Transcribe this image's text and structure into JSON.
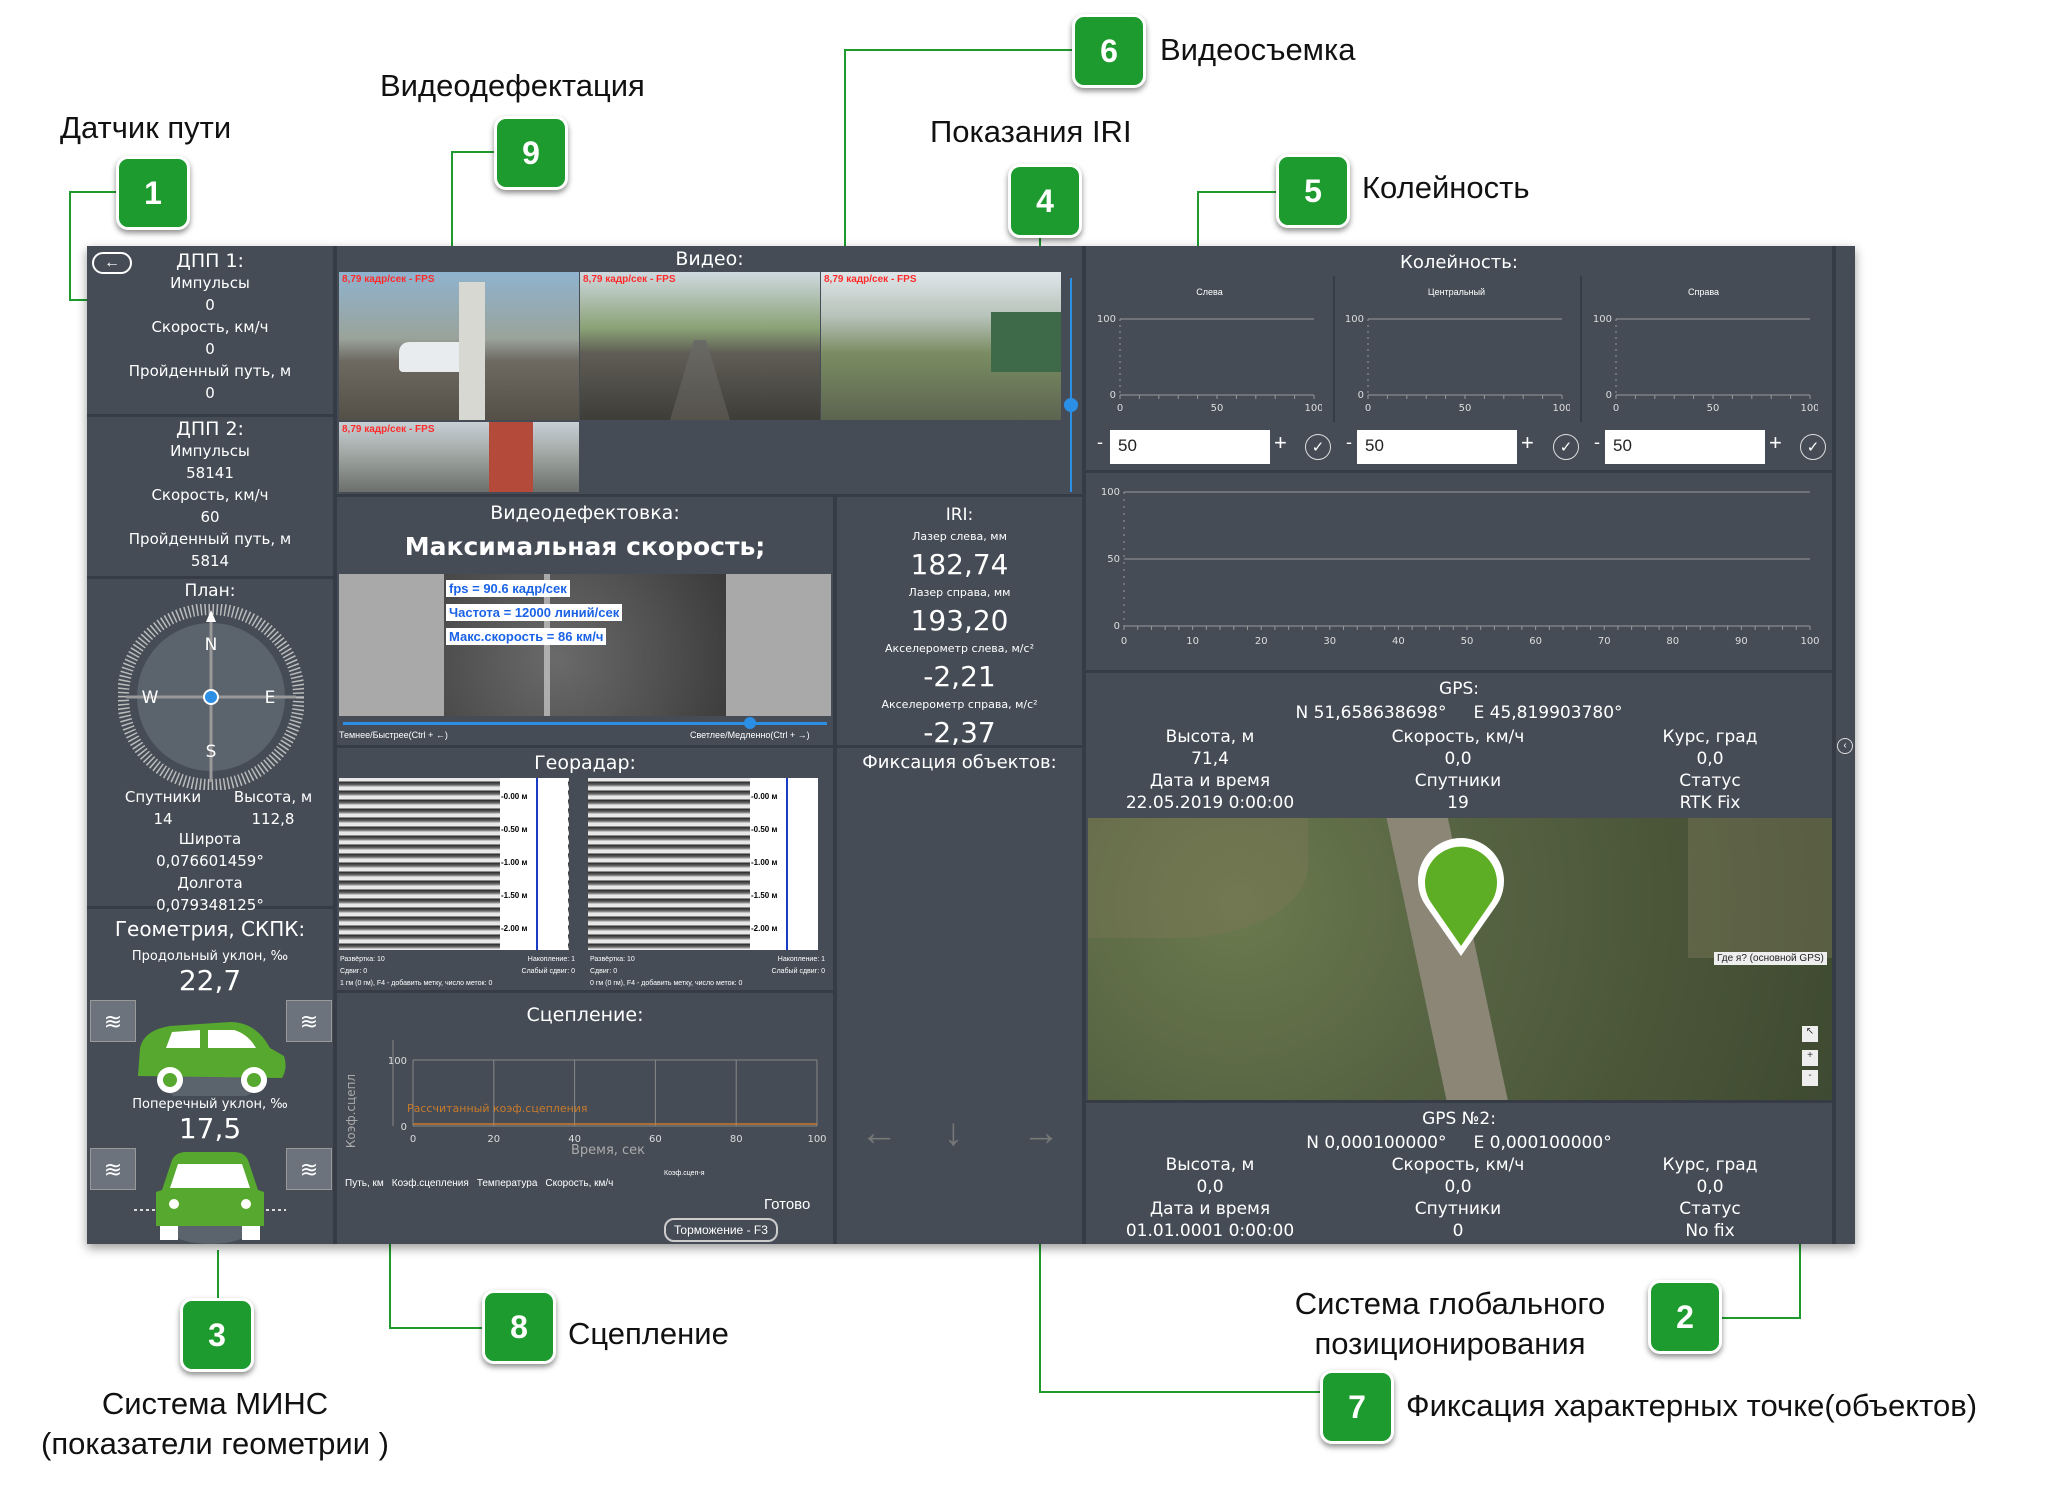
{
  "annotations": {
    "a1": {
      "num": "1",
      "label": "Датчик пути"
    },
    "a2": {
      "num": "2",
      "label_l1": "Система глобального",
      "label_l2": "позиционирования"
    },
    "a3": {
      "num": "3",
      "label_l1": "Система МИНС",
      "label_l2": "(показатели геометрии )"
    },
    "a4": {
      "num": "4",
      "label": "Показания IRI"
    },
    "a5": {
      "num": "5",
      "label": "Колейность"
    },
    "a6": {
      "num": "6",
      "label": "Видеосъемка"
    },
    "a7": {
      "num": "7",
      "label": "Фиксация характерных точке(объектов)"
    },
    "a8": {
      "num": "8",
      "label": "Сцепление"
    },
    "a9": {
      "num": "9",
      "label": "Видеодефектация"
    }
  },
  "dpp1": {
    "title": "ДПП 1:",
    "impulses_label": "Импульсы",
    "impulses": "0",
    "speed_label": "Скорость, км/ч",
    "speed": "0",
    "path_label": "Пройденный путь, м",
    "path": "0"
  },
  "dpp2": {
    "title": "ДПП 2:",
    "impulses_label": "Импульсы",
    "impulses": "58141",
    "speed_label": "Скорость, км/ч",
    "speed": "60",
    "path_label": "Пройденный путь, м",
    "path": "5814"
  },
  "plan": {
    "title": "План:",
    "n": "N",
    "s": "S",
    "e": "E",
    "w": "W",
    "sat_label": "Спутники",
    "sat": "14",
    "alt_label": "Высота, м",
    "alt": "112,8",
    "lat_label": "Широта",
    "lat": "0,076601459°",
    "lon_label": "Долгота",
    "lon": "0,079348125°"
  },
  "geometry": {
    "title": "Геометрия, СКПК:",
    "long_label": "Продольный уклон, ‰",
    "long": "22,7",
    "cross_label": "Поперечный уклон, ‰",
    "cross": "17,5"
  },
  "video": {
    "title": "Видео:",
    "overlay": "8,79 кадр/сек - FPS"
  },
  "videodef": {
    "title": "Видеодефектовка:",
    "subtitle": "Максимальная скорость;",
    "fps": "fps = 90.6 кадр/сек",
    "freq": "Частота = 12000 линий/сек",
    "maxspeed": "Макс.скорость = 86 км/ч",
    "left_hint": "Темнее/Быстрее(Ctrl + ←)",
    "right_hint": "Светлее/Медленно(Ctrl + →)"
  },
  "iri": {
    "title": "IRI:",
    "ll_label": "Лазер слева, мм",
    "ll": "182,74",
    "lr_label": "Лазер справа, мм",
    "lr": "193,20",
    "al_label": "Акселерометр слева, м/с²",
    "al": "-2,21",
    "ar_label": "Акселерометр справа, м/с²",
    "ar": "-2,37"
  },
  "georadar": {
    "title": "Георадар:",
    "depths": [
      "-0.00 м",
      "-0.50 м",
      "-1.00 м",
      "-1.50 м",
      "-2.00 м"
    ],
    "ctl1": "Развёртка: 10",
    "ctl2": "Накопление: 1",
    "ctl3": "Сдвиг: 0",
    "ctl4": "Слабый сдвиг: 0",
    "foot1": "1 гм (0 гм), F4 - добавить метку, число меток: 0",
    "foot2": "0 гм (0 гм), F4 - добавить метку, число меток: 0"
  },
  "fixation": {
    "title": "Фиксация объектов:"
  },
  "grip": {
    "title": "Сцепление:",
    "ylabel": "Коэф.сцепл",
    "xlabel": "Время, сек",
    "legend": "Рассчитанный коэф.сцепления",
    "cols": [
      "Путь, км",
      "Коэф.сцепления",
      "Температура",
      "Скорость, км/ч"
    ],
    "coef_label": "Коэф.сцеп-я",
    "status": "Готово",
    "brake": "Торможение - F3"
  },
  "rut": {
    "title": "Колейность:",
    "left": "Слева",
    "center": "Центральный",
    "right": "Справа",
    "val": "50"
  },
  "gps": {
    "title": "GPS:",
    "coords": "N 51,658638698°     E 45,819903780°",
    "alt_label": "Высота, м",
    "alt": "71,4",
    "speed_label": "Скорость, км/ч",
    "speed": "0,0",
    "course_label": "Курс, град",
    "course": "0,0",
    "dt_label": "Дата и время",
    "dt": "22.05.2019 0:00:00",
    "sat_label": "Спутники",
    "sat": "19",
    "status_label": "Статус",
    "status": "RTK Fix",
    "map_tag": "Где я? (основной GPS)"
  },
  "gps2": {
    "title": "GPS №2:",
    "coords": "N 0,000100000°     E 0,000100000°",
    "alt_label": "Высота, м",
    "alt": "0,0",
    "speed_label": "Скорость, км/ч",
    "speed": "0,0",
    "course_label": "Курс, град",
    "course": "0,0",
    "dt_label": "Дата и время",
    "dt": "01.01.0001 0:00:00",
    "sat_label": "Спутники",
    "sat": "0",
    "status_label": "Статус",
    "status": "No fix"
  },
  "colors": {
    "panel": "#454c56",
    "badge": "#1e9b2e",
    "car": "#57a82e",
    "accent": "#2b8fe6"
  }
}
